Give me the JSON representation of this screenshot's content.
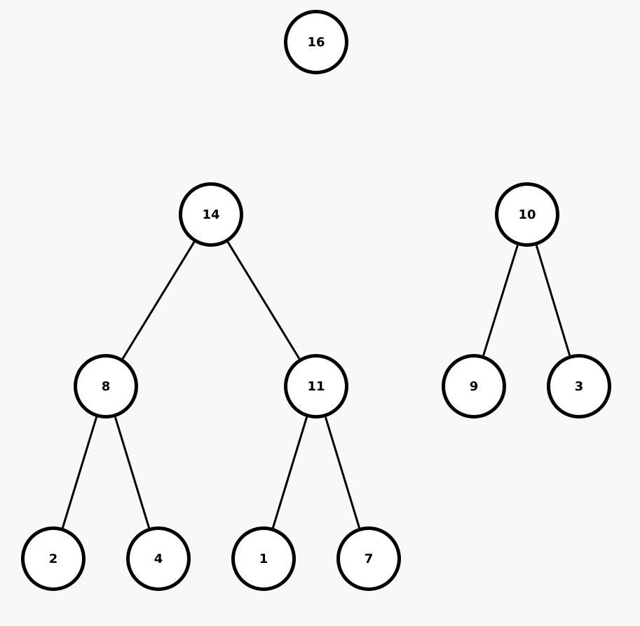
{
  "colors": {
    "background": "#f8f8f8",
    "node_fill": "#ffffff",
    "node_stroke": "#000000",
    "edge": "#000000",
    "text": "#000000"
  },
  "nodes": [
    {
      "id": "n16",
      "label": "16"
    },
    {
      "id": "n14",
      "label": "14"
    },
    {
      "id": "n10",
      "label": "10"
    },
    {
      "id": "n8",
      "label": "8"
    },
    {
      "id": "n11",
      "label": "11"
    },
    {
      "id": "n9",
      "label": "9"
    },
    {
      "id": "n3",
      "label": "3"
    },
    {
      "id": "n2",
      "label": "2"
    },
    {
      "id": "n4",
      "label": "4"
    },
    {
      "id": "n1",
      "label": "1"
    },
    {
      "id": "n7",
      "label": "7"
    }
  ],
  "edges": [
    {
      "from": "n14",
      "to": "n8"
    },
    {
      "from": "n14",
      "to": "n11"
    },
    {
      "from": "n8",
      "to": "n2"
    },
    {
      "from": "n8",
      "to": "n4"
    },
    {
      "from": "n11",
      "to": "n1"
    },
    {
      "from": "n11",
      "to": "n7"
    },
    {
      "from": "n10",
      "to": "n9"
    },
    {
      "from": "n10",
      "to": "n3"
    }
  ]
}
